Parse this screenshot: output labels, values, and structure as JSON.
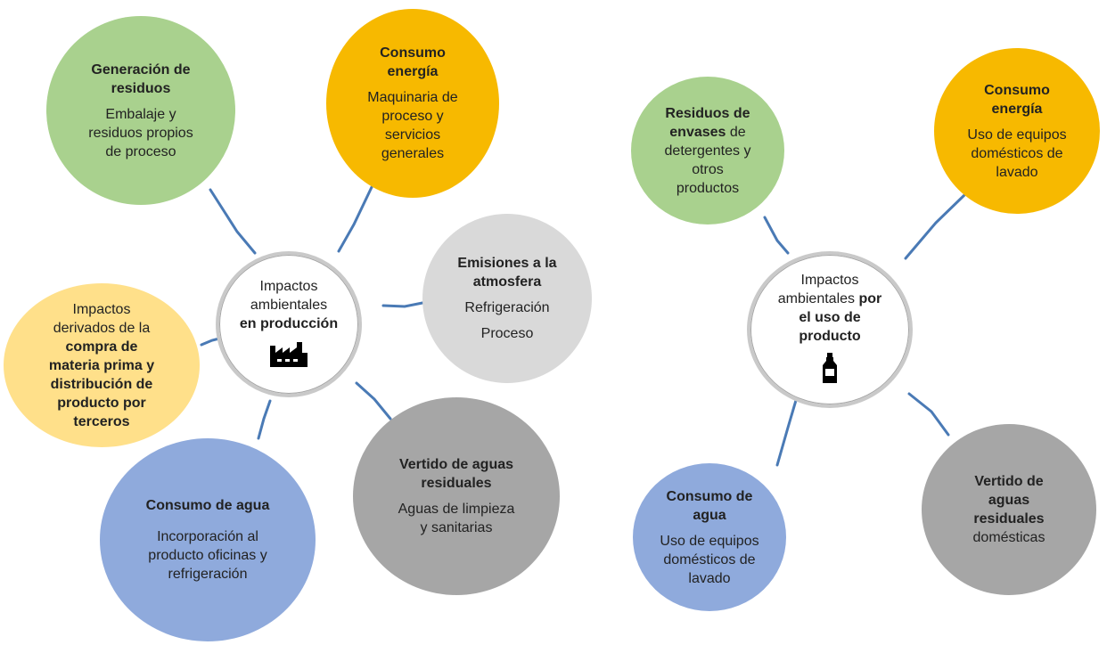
{
  "left": {
    "hub": {
      "line1": "Impactos",
      "line2": "ambientales",
      "line3": "en producción",
      "icon": "factory-icon"
    },
    "residuos": {
      "title_l1": "Generación de",
      "title_l2": "residuos",
      "body_l1": "Embalaje y",
      "body_l2": "residuos propios",
      "body_l3": "de proceso"
    },
    "energia": {
      "title_l1": "Consumo",
      "title_l2": "energía",
      "body_l1": "Maquinaria de",
      "body_l2": "proceso y",
      "body_l3": "servicios",
      "body_l4": "generales"
    },
    "emisiones": {
      "title_l1": "Emisiones a la",
      "title_l2": "atmosfera",
      "body_l1": "Refrigeración",
      "body_l2": "Proceso"
    },
    "vertido": {
      "title_l1": "Vertido de aguas",
      "title_l2": "residuales",
      "body_l1": "Aguas de limpieza",
      "body_l2": "y sanitarias"
    },
    "agua": {
      "title_l1": "Consumo de agua",
      "body_l1": "Incorporación al",
      "body_l2": "producto oficinas y",
      "body_l3": "refrigeración"
    },
    "compra": {
      "l1": "Impactos",
      "l2": "derivados de la",
      "l3": "compra de",
      "l4": "materia prima y",
      "l5": "distribución de",
      "l6": "producto por",
      "l7": "terceros"
    }
  },
  "right": {
    "hub": {
      "line1": "Impactos",
      "line2a": "ambientales ",
      "line2b": "por",
      "line3": "el uso de",
      "line4": "producto",
      "icon": "detergent-bottle-icon"
    },
    "envases": {
      "l1": "Residuos de",
      "l2a": "envases",
      "l2b": " de",
      "l3": "detergentes y",
      "l4": "otros",
      "l5": "productos"
    },
    "energia": {
      "title_l1": "Consumo",
      "title_l2": "energía",
      "body_l1": "Uso de equipos",
      "body_l2": "domésticos de",
      "body_l3": "lavado"
    },
    "agua": {
      "title_l1": "Consumo de",
      "title_l2": "agua",
      "body_l1": "Uso de equipos",
      "body_l2": "domésticos de",
      "body_l3": "lavado"
    },
    "vertido": {
      "title_l1": "Vertido de",
      "title_l2": "aguas",
      "title_l3": "residuales",
      "body_l1": "domésticas"
    }
  },
  "colors": {
    "green": "#a9d18e",
    "orange": "#f7b900",
    "light_grey": "#d9d9d9",
    "dark_grey": "#a6a6a6",
    "blue": "#8faadc",
    "yellow": "#ffe08a",
    "connector": "#4a7ab5"
  }
}
